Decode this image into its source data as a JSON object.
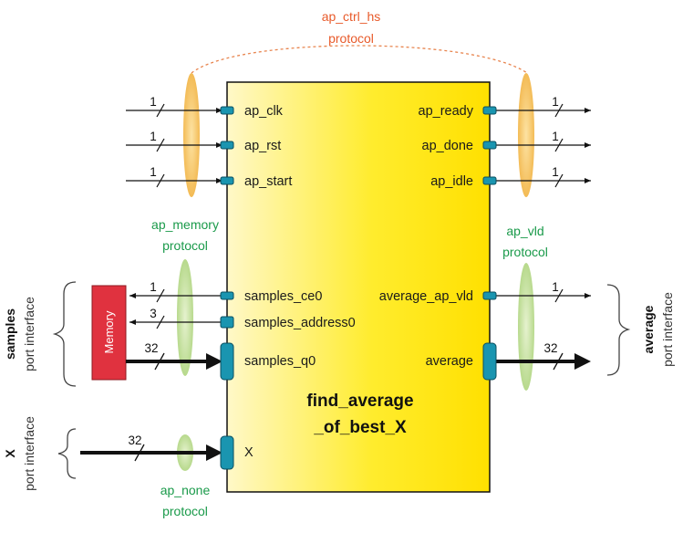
{
  "block": {
    "title_line1": "find_average",
    "title_line2": "_of_best_X"
  },
  "protocols": {
    "ctrl_hs_line1": "ap_ctrl_hs",
    "ctrl_hs_line2": "protocol",
    "memory_line1": "ap_memory",
    "memory_line2": "protocol",
    "vld_line1": "ap_vld",
    "vld_line2": "protocol",
    "none_line1": "ap_none",
    "none_line2": "protocol"
  },
  "ports_left": {
    "ap_clk": "ap_clk",
    "ap_rst": "ap_rst",
    "ap_start": "ap_start",
    "samples_ce0": "samples_ce0",
    "samples_address0": "samples_address0",
    "samples_q0": "samples_q0",
    "x": "X"
  },
  "ports_right": {
    "ap_ready": "ap_ready",
    "ap_done": "ap_done",
    "ap_idle": "ap_idle",
    "average_ap_vld": "average_ap_vld",
    "average": "average"
  },
  "bit_widths": {
    "ap_clk": "1",
    "ap_rst": "1",
    "ap_start": "1",
    "ap_ready": "1",
    "ap_done": "1",
    "ap_idle": "1",
    "samples_ce0": "1",
    "samples_address0": "3",
    "samples_q0": "32",
    "average_ap_vld": "1",
    "average": "32",
    "x": "32"
  },
  "memory_label": "Memory",
  "side_labels": {
    "samples_bold": "samples",
    "samples_rest": "port interface",
    "x_bold": "X",
    "x_rest": "port interface",
    "average_bold": "average",
    "average_rest": "port interface"
  },
  "colors": {
    "block_yellow": "#ffe600",
    "block_light": "#fff8c8",
    "port_teal": "#1a95b0",
    "memory_red": "#e0323f",
    "protocol_orange": "#e85a2a",
    "protocol_green": "#1a9a4a",
    "ellipse_orange": "#f7c766",
    "ellipse_green": "#c8e3a0"
  }
}
